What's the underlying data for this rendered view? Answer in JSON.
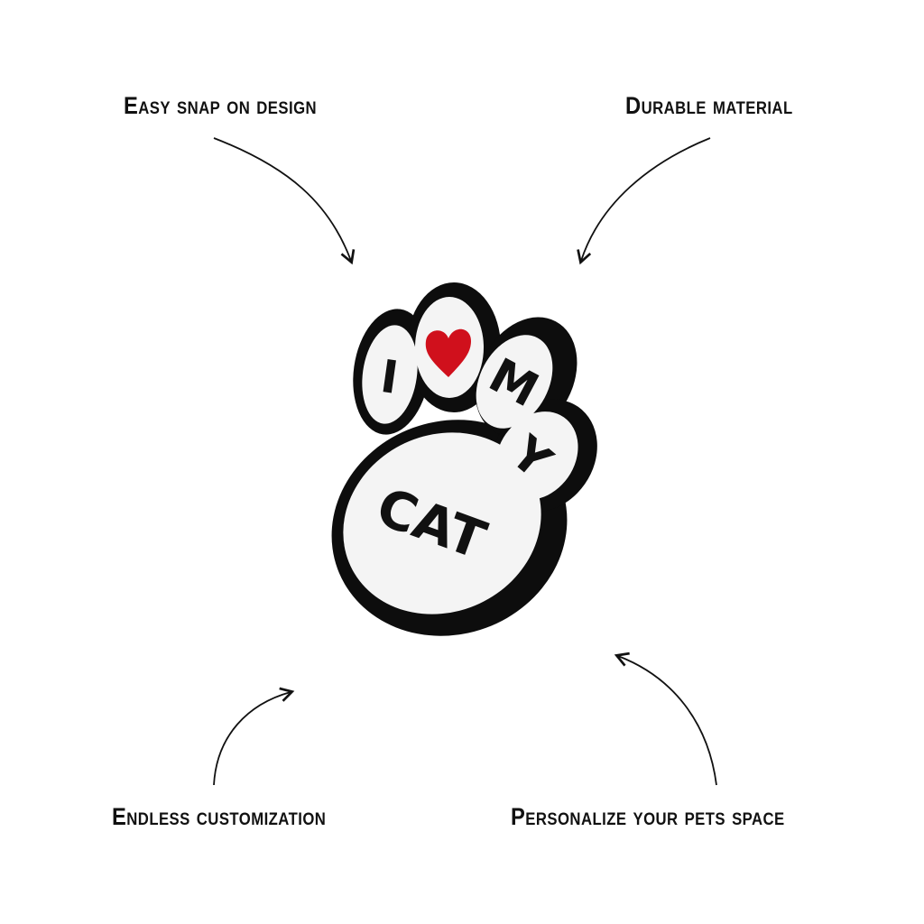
{
  "features": [
    {
      "label": "Easy snap on design"
    },
    {
      "label": "Durable material"
    },
    {
      "label": "Endless customization"
    },
    {
      "label": "Personalize your pets space"
    }
  ],
  "product": {
    "lettering": {
      "i": "I",
      "m": "M",
      "y": "Y",
      "cat": "CAT"
    },
    "colors": {
      "frame": "#111111",
      "pad": "#f4f4f4",
      "heart": "#d0101c"
    }
  }
}
